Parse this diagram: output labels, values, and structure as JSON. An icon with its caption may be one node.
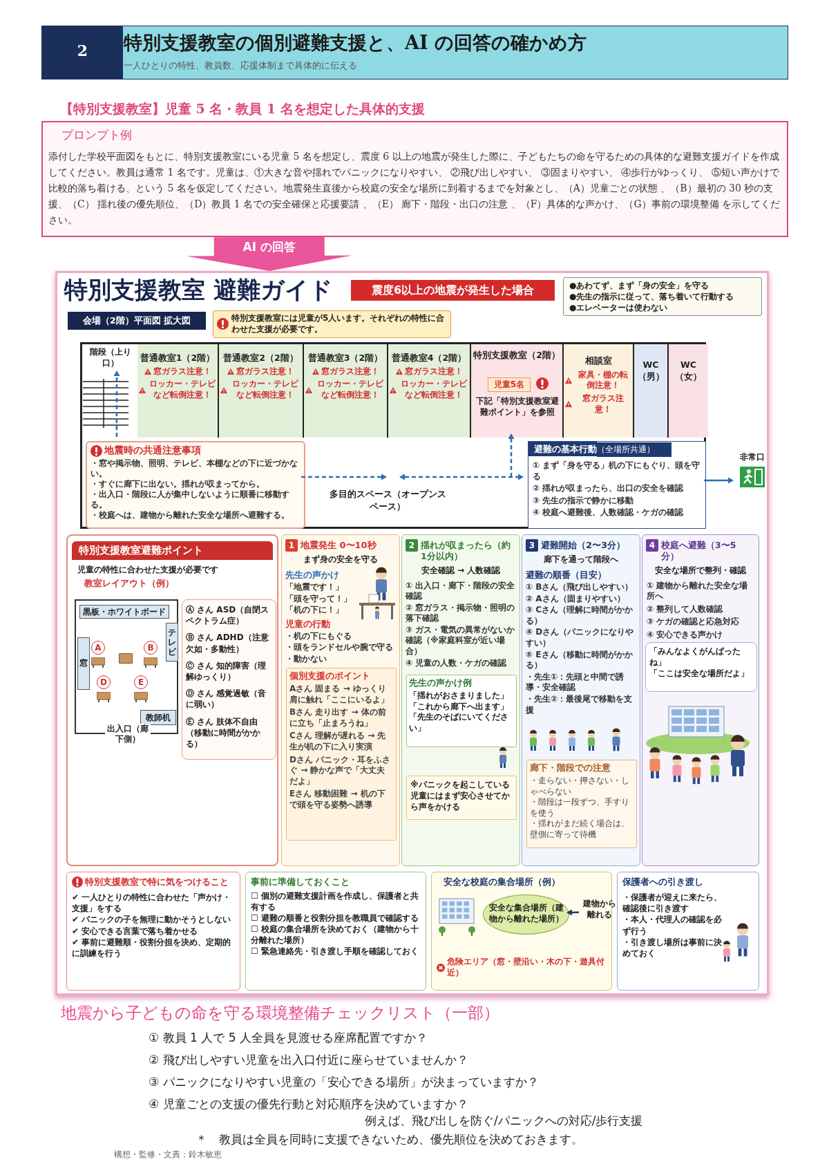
{
  "diagram": {
    "nodes": [
      {
        "text": [
          "2",
          "特別支援教室の個別避難支援と、AI の回答の確かめ方",
          "一人ひとりの特性、教員数、応援体制まで具体的に伝える"
        ]
      },
      {
        "text": [
          "【特別支援教室】児童 5 名・教員 1 名を想定した具体的支援",
          "プロンプト例",
          "添付した学校平面図をもとに、特別支援教室にいる児童 5 名を想定し、震度 6 以上の地震が発生した際に、子どもたちの命を守るための具体的な避難支援ガイドを作成してください。教員は通常 1 名です。児童は、①大きな音や揺れでパニックになりやすい、 ②飛び出しやすい、 ③固まりやすい、 ④歩行がゆっくり、 ⑤短い声かけで比較的落ち着ける、という 5 名を仮定してください。地震発生直後から校庭の安全な場所に到着するまでを対象とし、（A）児童ごとの状態 、（B）最初の 30 秒の支援、（C） 揺れ後の優先順位、（D）教員 1 名での安全確保と応援要請 、（E） 廊下・階段・出口の注意 、（F）具体的な声かけ、（G）事前の環境整備 を示してください。"
        ]
      },
      {
        "text": [
          "特別支援教室 避難ガイド"
        ]
      },
      {
        "text": [
          "震度6以上の地震が発生した場合"
        ],
        "in": 2
      },
      {
        "text": [
          "●あわてず、まず「身の安全」を守る",
          "●先生の指示に従って、落ち着いて行動する",
          "●エレベーターは使わない"
        ],
        "in": 2
      },
      {
        "text": [
          "会場（2階）平面図 拡大図"
        ],
        "in": 2
      },
      {
        "text": [
          "特別支援教室には児童が5人います。それぞれの特性に合わせた支援が必要です。"
        ],
        "in": 2
      },
      {
        "text": [
          "多目的スペース（オープンスペース）"
        ],
        "in": 2
      },
      {
        "text": [
          "階段（上り口）"
        ],
        "in": 7
      },
      {
        "text": [
          "普通教室1（2階）",
          "窓ガラス注意！",
          "ロッカー・テレビなど転倒注意！"
        ],
        "in": 7
      },
      {
        "text": [
          "普通教室2（2階）",
          "窓ガラス注意！",
          "ロッカー・テレビなど転倒注意！"
        ],
        "in": 7
      },
      {
        "text": [
          "普通教室3（2階）",
          "窓ガラス注意！",
          "ロッカー・テレビなど転倒注意！"
        ],
        "in": 7
      },
      {
        "text": [
          "普通教室4（2階）",
          "窓ガラス注意！",
          "ロッカー・テレビなど転倒注意！"
        ],
        "in": 7
      },
      {
        "text": [
          "特別支援教室（2階）",
          "下記「特別支援教室避難ポイント」を参照"
        ],
        "in": 7
      },
      {
        "text": [
          "児童5名"
        ],
        "in": 13
      },
      {
        "text": [
          "相談室",
          "家具・棚の転倒注意！",
          "窓ガラス注意！"
        ],
        "in": 7
      },
      {
        "text": [
          "WC（男）"
        ],
        "in": 7
      },
      {
        "text": [
          "WC（女）"
        ],
        "in": 7
      },
      {
        "text": [
          "地震時の共通注意事項",
          "・窓や掲示物、照明、テレビ、本棚などの下に近づかない。",
          "・すぐに廊下に出ない。揺れが収まってから。",
          "・出入口・階段に人が集中しないように順番に移動する。",
          "・校庭へは、建物から離れた安全な場所へ避難する。"
        ],
        "in": 7
      },
      {
        "text": [
          "避難の基本行動",
          "（全場所共通）",
          "① まず「身を守る」机の下にもぐり、頭を守る",
          "② 揺れが収まったら、出口の安全を確認",
          "③ 先生の指示で静かに移動",
          "④ 校庭へ避難後、人数確認・ケガの確認"
        ],
        "in": 7
      },
      {
        "text": [
          "非常口"
        ],
        "in": 2
      },
      {
        "text": [
          "特別支援教室避難ポイント",
          "児童の特性に合わせた支援が必要です",
          "教室レイアウト（例）"
        ],
        "in": 2
      },
      {
        "text": [
          "出入口（廊下側）"
        ],
        "in": 21
      },
      {
        "text": [
          "黒板・ホワイトボード"
        ],
        "in": 22
      },
      {
        "text": [
          "テレビ"
        ],
        "in": 22
      },
      {
        "text": [
          "窓"
        ],
        "in": 22
      },
      {
        "text": [
          "教師机"
        ],
        "in": 22
      },
      {
        "text": [
          "A"
        ],
        "in": 22
      },
      {
        "text": [],
        "shape": "box",
        "in": 22
      },
      {
        "text": [
          "B"
        ],
        "in": 22
      },
      {
        "text": [
          "D"
        ],
        "in": 22
      },
      {
        "text": [
          "E"
        ],
        "in": 22
      },
      {
        "text": [
          "Ⓐ さん ASD（自閉スペクトラム症）",
          "Ⓑ さん ADHD（注意欠如・多動性）",
          "Ⓒ さん 知的障害（理解ゆっくり）",
          "Ⓓ さん 感覚過敏（音に弱い）",
          "Ⓔ さん 肢体不自由（移動に時間がかかる）"
        ],
        "in": 21
      },
      {
        "text": [
          "1",
          "地震発生 0〜10秒",
          "まず身の安全を守る",
          "先生の声かけ",
          "「地震です！」",
          "「頭を守って！」",
          "「机の下に！」",
          "児童の行動",
          "・机の下にもぐる",
          "・頭をランドセルや腕で守る",
          "・動かない"
        ],
        "in": 2
      },
      {
        "text": [
          "個別支援のポイント",
          "Aさん 固まる → ゆっくり肩に触れ「ここにいるよ」",
          "Bさん 走り出す → 体の前に立ち「止まろうね」",
          "Cさん 理解が遅れる → 先生が机の下に入り実演",
          "Dさん パニック・耳をふさぐ → 静かな声で「大丈夫だよ」",
          "Eさん 移動困難 → 机の下で頭を守る姿勢へ誘導"
        ],
        "in": 33
      },
      {
        "text": [
          "2",
          "揺れが収まったら（約1分以内）",
          "安全確認 → 人数確認",
          "① 出入口・廊下・階段の安全確認",
          "② 窓ガラス・掲示物・照明の落下確認",
          "③ ガス・電気の異常がないか確認（※家庭科室が近い場合）",
          "④ 児童の人数・ケガの確認"
        ],
        "in": 2
      },
      {
        "text": [
          "先生の声かけ例",
          "「揺れがおさまりました」",
          "「これから廊下へ出ます」",
          "「先生のそばにいてください」"
        ],
        "in": 35
      },
      {
        "text": [
          "※パニックを起こしている児童にはまず安心させてから声をかける"
        ],
        "in": 35
      },
      {
        "text": [
          "3",
          "避難開始（2〜3分）",
          "廊下を通って階段へ",
          "避難の順番（目安）",
          "① Bさん（飛び出しやすい）",
          "② Aさん（固まりやすい）",
          "③ Cさん（理解に時間がかかる）",
          "④ Dさん（パニックになりやすい）",
          "⑤ Eさん（移動に時間がかかる）",
          "・先生①：先頭と中間で誘導・安全確認",
          "・先生②：最後尾で移動を支援"
        ],
        "in": 2
      },
      {
        "text": [
          "廊下・階段での注意",
          "・走らない・押さない・しゃべらない",
          "・階段は一段ずつ、手すりを使う",
          "・揺れがまだ続く場合は、壁側に寄って待機"
        ],
        "in": 38
      },
      {
        "text": [
          "4",
          "校庭へ避難（3〜5分）",
          "安全な場所で整列・確認",
          "① 建物から離れた安全な場所へ",
          "② 整列して人数確認",
          "③ ケガの確認と応急対応",
          "④ 安心できる声かけ"
        ],
        "in": 2
      },
      {
        "text": [
          "「みんなよくがんばったね」",
          "「ここは安全な場所だよ」"
        ],
        "in": 40
      },
      {
        "text": [
          "特別支援教室で特に気をつけること",
          "✔ 一人ひとりの特性に合わせた「声かけ・支援」をする",
          "✔ パニックの子を無理に動かそうとしない",
          "✔ 安心できる言葉で落ち着かせる",
          "✔ 事前に避難順・役割分担を決め、定期的に訓練を行う"
        ],
        "in": 2
      },
      {
        "text": [
          "事前に準備しておくこと",
          "☐ 個別の避難支援計画を作成し、保護者と共有する",
          "☐ 避難の順番と役割分担を教職員で確認する",
          "☐ 校庭の集合場所を決めておく（建物から十分離れた場所）",
          "☐ 緊急連絡先・引き渡し手順を確認しておく"
        ],
        "in": 2
      },
      {
        "text": [
          "安全な校庭の集合場所（例）",
          "危険エリア（窓・壁沿い・木の下・遊具付近）"
        ],
        "in": 2
      },
      {
        "text": [
          "安全な集合場所（建物から離れた場所）"
        ],
        "in": 44
      },
      {
        "text": [
          "建物から離れる"
        ],
        "in": 44
      },
      {
        "text": [
          "保護者への引き渡し",
          "・保護者が迎えに来たら、確認後に引き渡す",
          "・本人・代理人の確認を必ず行う",
          "・引き渡し場所は事前に決めておく"
        ],
        "in": 2
      }
    ],
    "edges": [
      {
        "from": 1,
        "to": 2,
        "arrow": "to",
        "label": "AI の回答",
        "style": "thick",
        "color": "#e8559a"
      },
      {
        "from": 18,
        "to": 8,
        "arrow": "to",
        "style": "dashed"
      },
      {
        "from": 18,
        "to": null,
        "arrow": "to",
        "style": "dashed"
      },
      {
        "from": null,
        "to": 19,
        "arrow": "both",
        "style": "dashed"
      },
      {
        "from": null,
        "to": 13,
        "arrow": "to",
        "style": "dashed"
      },
      {
        "from": 7,
        "to": 20,
        "arrow": "to"
      },
      {
        "from": 46,
        "to": 45,
        "arrow": "to",
        "color": "#1f3a6e"
      }
    ],
    "labels": [
      "地震から子どもの命を守る環境整備チェックリスト（一部）",
      "① 教員 1 人で 5 人全員を見渡せる座席配置ですか？",
      "② 飛び出しやすい児童を出入口付近に座らせていませんか？",
      "③ パニックになりやすい児童の「安心できる場所」が決まっていますか？",
      "④ 児童ごとの支援の優先行動と対応順序を決めていますか？",
      "例えば、飛び出しを防ぐ/パニックへの対応/歩行支援",
      "＊　教員は全員を同時に支援できないため、優先順位を決めておきます。",
      "構想・監修・文責：鈴木敏恵"
    ]
  }
}
